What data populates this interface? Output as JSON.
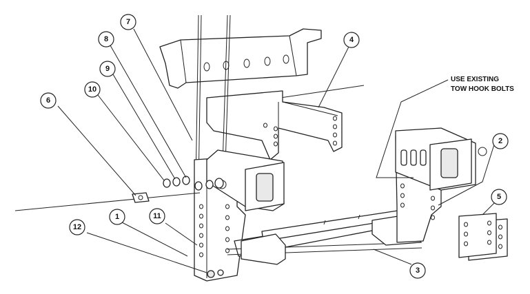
{
  "note": {
    "line1": "USE EXISTING",
    "line2": "TOW HOOK BOLTS"
  },
  "callouts": [
    {
      "id": "callout-1",
      "label": "1"
    },
    {
      "id": "callout-2",
      "label": "2"
    },
    {
      "id": "callout-3",
      "label": "3"
    },
    {
      "id": "callout-4",
      "label": "4"
    },
    {
      "id": "callout-5",
      "label": "5"
    },
    {
      "id": "callout-6",
      "label": "6"
    },
    {
      "id": "callout-7",
      "label": "7"
    },
    {
      "id": "callout-8",
      "label": "8"
    },
    {
      "id": "callout-9",
      "label": "9"
    },
    {
      "id": "callout-10",
      "label": "10"
    },
    {
      "id": "callout-11",
      "label": "11"
    },
    {
      "id": "callout-12",
      "label": "12"
    }
  ]
}
